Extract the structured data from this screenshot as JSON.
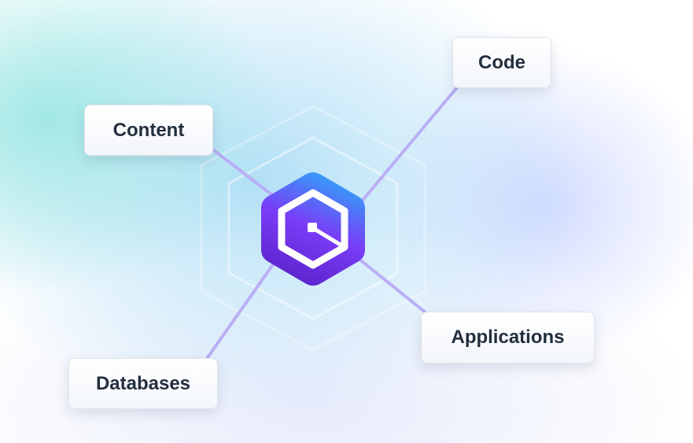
{
  "nodes": {
    "content": "Content",
    "code": "Code",
    "applications": "Applications",
    "databases": "Databases"
  },
  "colors": {
    "connector": "#b9aef5",
    "logo_top": "#2fa6f8",
    "logo_bottom": "#5a22c8",
    "text": "#232f3e"
  }
}
